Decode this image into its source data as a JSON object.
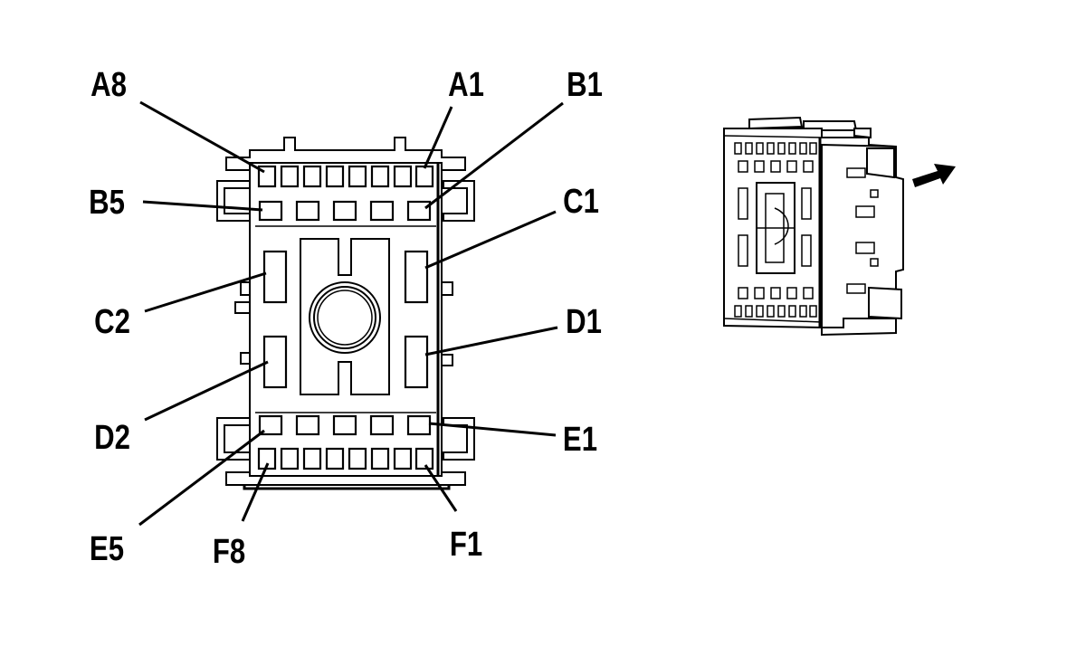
{
  "labels": {
    "A8": "A8",
    "A1": "A1",
    "B1": "B1",
    "B5": "B5",
    "C1": "C1",
    "C2": "C2",
    "D1": "D1",
    "D2": "D2",
    "E1": "E1",
    "E5": "E5",
    "F8": "F8",
    "F1": "F1"
  },
  "icons": {
    "connector_face": "connector-face-view",
    "connector_perspective": "connector-isometric-view",
    "direction": "arrow-right-icon"
  }
}
